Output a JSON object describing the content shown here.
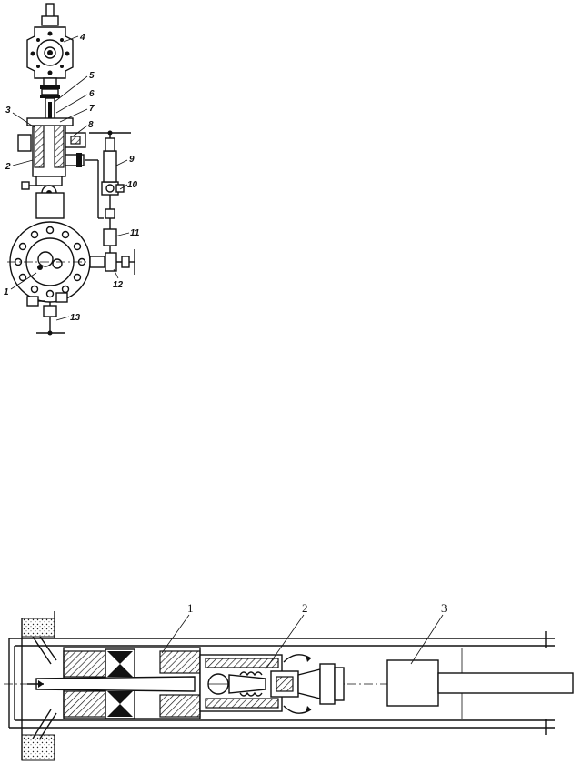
{
  "figure_top": {
    "labels": [
      "1",
      "2",
      "3",
      "4",
      "5",
      "6",
      "7",
      "8",
      "9",
      "10",
      "11",
      "12",
      "13"
    ]
  },
  "figure_bottom": {
    "labels": [
      "1",
      "2",
      "3"
    ]
  }
}
